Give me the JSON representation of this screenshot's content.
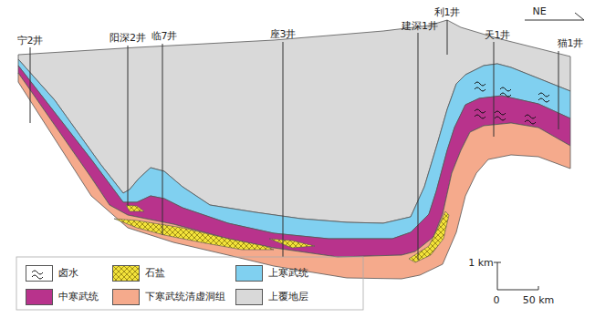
{
  "diagram": {
    "labels": [
      "宁2井",
      "阳深2井",
      "临7井",
      "座3井",
      "建深1井",
      "利1井",
      "天1井",
      "猫1井",
      "NE",
      "1 km",
      "0",
      "50 km"
    ],
    "legend": [
      {
        "text": "卤水"
      },
      {
        "text": "石盐"
      },
      {
        "text": "上寒武统",
        "color": "#80d0f0"
      },
      {
        "text": "中寒武统",
        "color": "#b8338c"
      },
      {
        "text": "下寒武统清虚洞组",
        "color": "#f5aa8c"
      },
      {
        "text": "上覆地层",
        "color": "#d9d9d9"
      }
    ]
  }
}
